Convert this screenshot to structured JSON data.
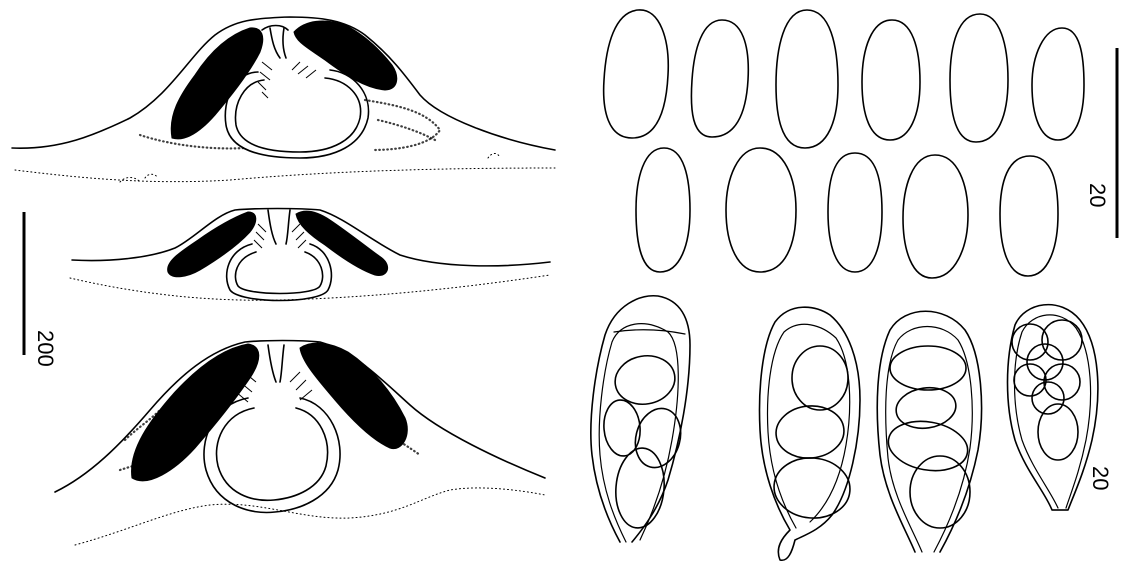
{
  "scale_bars": {
    "sections": {
      "label": "200"
    },
    "ascospores": {
      "label": "20"
    },
    "asci": {
      "label": "20"
    }
  }
}
